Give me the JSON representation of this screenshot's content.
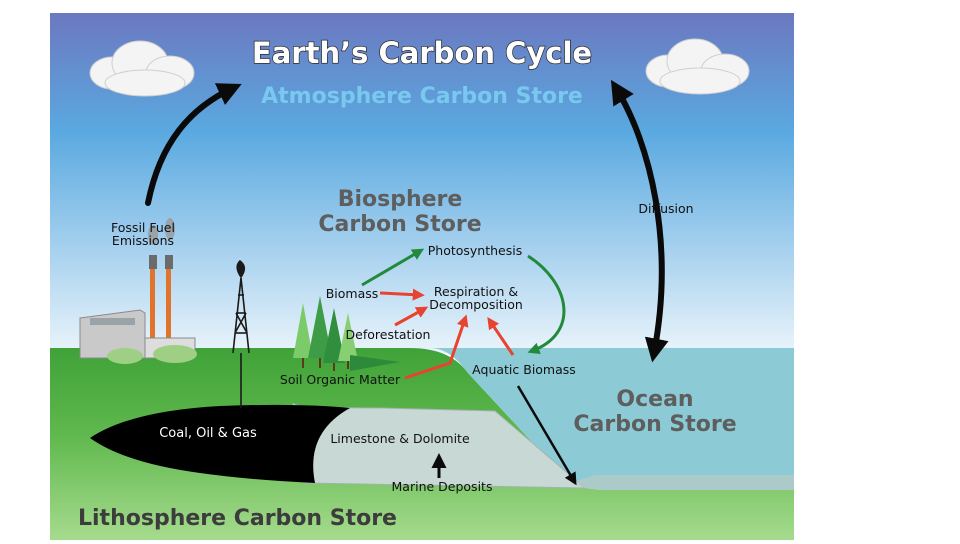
{
  "title": "Earth’s Carbon Cycle",
  "stores": {
    "atmosphere": "Atmosphere Carbon Store",
    "biosphere": [
      "Biosphere",
      "Carbon Store"
    ],
    "ocean": [
      "Ocean",
      "Carbon Store"
    ],
    "lithosphere": "Lithosphere Carbon Store"
  },
  "labels": {
    "fossil_fuel": [
      "Fossil Fuel",
      "Emissions"
    ],
    "diffusion": "Diffusion",
    "photosynthesis": "Photosynthesis",
    "biomass": "Biomass",
    "respiration": [
      "Respiration &",
      "Decomposition"
    ],
    "deforestation": "Deforestation",
    "soil": "Soil Organic Matter",
    "aquatic": "Aquatic Biomass",
    "coal": "Coal, Oil & Gas",
    "limestone": "Limestone & Dolomite",
    "marine": "Marine Deposits"
  },
  "colors": {
    "sky_top": "#6c78c0",
    "sky_mid": "#5aa9e0",
    "sky_bottom": "#e6f2fa",
    "land": "#3fa238",
    "land_light": "#8fd07a",
    "ocean": "#8ccbd6",
    "limestone": "#c8d8d4",
    "coal": "#000000",
    "arrow_black": "#0a0a0a",
    "arrow_red": "#e8432f",
    "arrow_green": "#228a3a"
  }
}
